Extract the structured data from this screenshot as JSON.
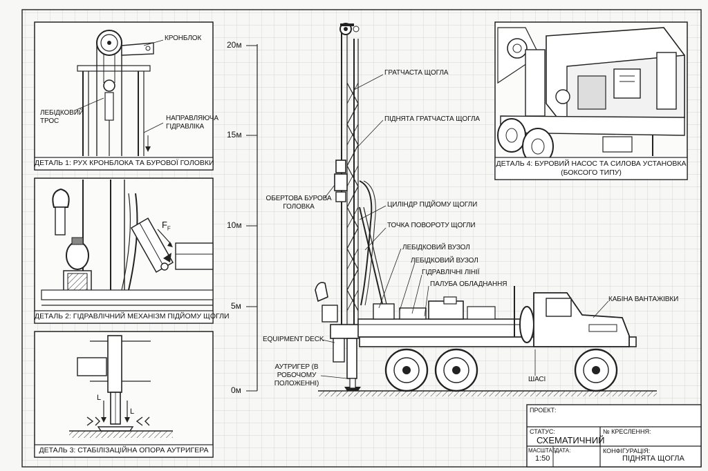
{
  "scale_ticks": [
    "20м",
    "15м",
    "10м",
    "5м",
    "0м"
  ],
  "detail1": {
    "caption": "ДЕТАЛЬ 1: РУХ КРОНБЛОКА ТА БУРОВОЇ ГОЛОВКИ",
    "crown_label": "КРОНБЛОК",
    "winch_rope_label": "ЛЕБІДКОВИЙ ТРОС",
    "guide_label": "НАПРАВЛЯЮЧА ГІДРАВЛІКА"
  },
  "detail2": {
    "caption": "ДЕТАЛЬ 2: ГІДРАВЛІЧНИЙ МЕХАНІЗМ ПІДЙОМУ ЩОГЛИ",
    "force_label": "F",
    "force_sub": "F"
  },
  "detail3": {
    "caption": "ДЕТАЛЬ 3: СТАБІЛІЗАЦІЙНА ОПОРА АУТРИГЕРА",
    "load_label_left": "L",
    "load_label_right": "L"
  },
  "detail4": {
    "caption_line1": "ДЕТАЛЬ 4: БУРОВИЙ НАСОС ТА СИЛОВА УСТАНОВКА",
    "caption_line2": "(БОКСОГО ТИПУ)"
  },
  "callouts": {
    "lattice_mast": "ГРАТЧАСТА ЩОГЛА",
    "raised_mast": "ПІДНЯТА ГРАТЧАСТА ЩОГЛА",
    "rotary_head": "ОБЕРТОВА БУРОВА ГОЛОВКА",
    "lift_cylinder": "ЦИЛІНДР ПІДЙОМУ ЩОГЛИ",
    "pivot_point": "ТОЧКА ПОВОРОТУ ЩОГЛИ",
    "winch_unit_1": "ЛЕБІДКОВИЙ ВУЗОЛ",
    "winch_unit_2": "ЛЕБІДКОВИЙ ВУЗОЛ",
    "hydraulic_lines": "ГІДРАВЛІЧНІ ЛІНІЇ",
    "equipment_deck_ua": "ПАЛУБА ОБЛАДНАННЯ",
    "truck_cab": "КАБІНА ВАНТАЖІВКИ",
    "equipment_deck_en": "EQUIPMENT DECK",
    "outrigger": "АУТРИГЕР (В РОБОЧОМУ ПОЛОЖЕННІ)",
    "chassis": "ШАСІ"
  },
  "title_block": {
    "project_label": "ПРОЕКТ:",
    "status_label": "СТАТУС:",
    "status_value": "СХЕМАТИЧНИЙ",
    "drawing_no_label": "№ КРЕСЛЕННЯ:",
    "scale_label": "МАСШТАБ:",
    "scale_value": "1:50",
    "date_label": "ДАТА:",
    "config_label": "КОНФІГУРАЦІЯ:",
    "config_value": "ПІДНЯТА ЩОГЛА"
  }
}
